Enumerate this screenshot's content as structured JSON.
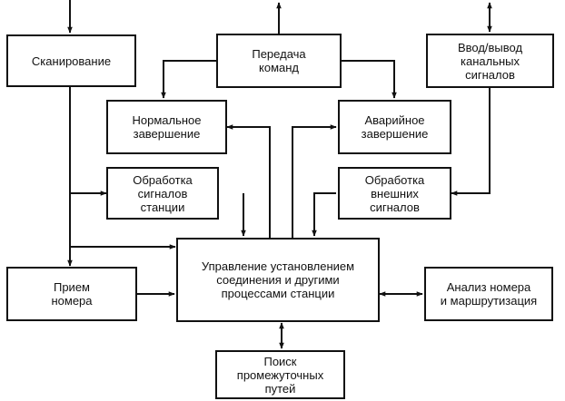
{
  "diagram": {
    "nodes": {
      "scanning": "Сканирование",
      "command_transfer": "Передача\nкоманд",
      "channel_io": "Ввод/вывод\nканальных\nсигналов",
      "normal_completion": "Нормальное\nзавершение",
      "emergency_completion": "Аварийное\nзавершение",
      "station_signal_processing": "Обработка\nсигналов\nстанции",
      "external_signal_processing": "Обработка\nвнешних\nсигналов",
      "connection_control": "Управление установлением\nсоединения и другими\nпроцессами станции",
      "number_reception": "Прием\nномера",
      "number_analysis_routing": "Анализ номера\nи маршрутизация",
      "intermediate_path_search": "Поиск\nпромежуточных\nпутей"
    }
  }
}
